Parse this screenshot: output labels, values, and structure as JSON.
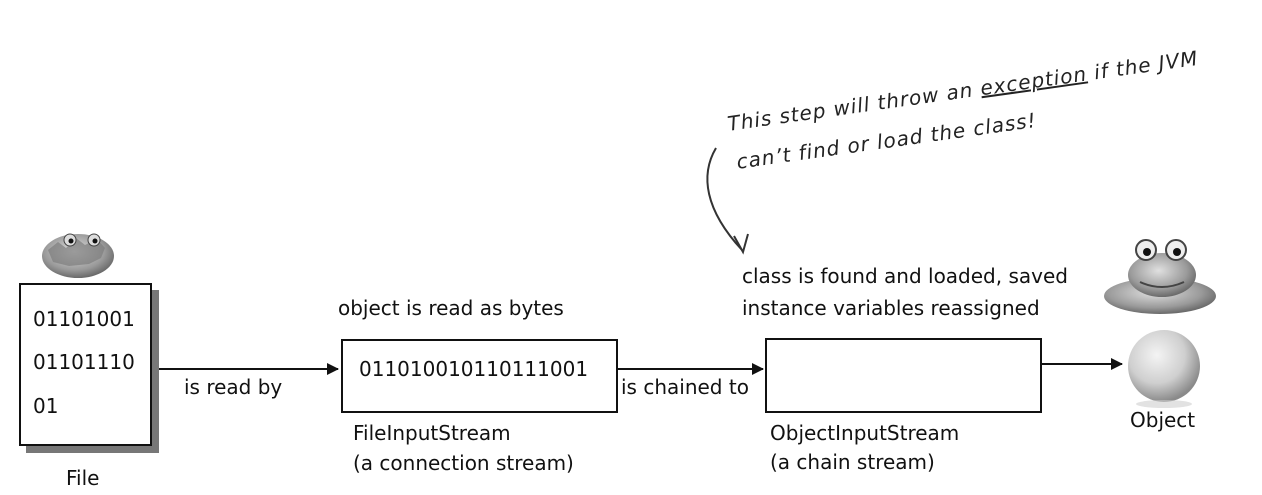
{
  "annotation": {
    "line1_prefix": "This step will throw an",
    "line1_emph": "exception",
    "line1_suffix": "if the JVM",
    "line2": "can’t find or load the class!"
  },
  "file_box": {
    "lines": [
      "01101001",
      "01101110",
      "01"
    ],
    "label": "File"
  },
  "arrow1_label": "is read by",
  "fis": {
    "caption_above": "object is read as bytes",
    "content": "011010010110111001",
    "name": "FileInputStream",
    "desc": "(a connection stream)"
  },
  "arrow2_label": "is chained to",
  "ois": {
    "caption_above_1": "class is found and loaded, saved",
    "caption_above_2": "instance variables reassigned",
    "name": "ObjectInputStream",
    "desc": "(a chain stream)"
  },
  "object_label": "Object",
  "icons": [
    "crumpled-frog-icon",
    "frog-toy-icon",
    "sphere-object-icon"
  ]
}
